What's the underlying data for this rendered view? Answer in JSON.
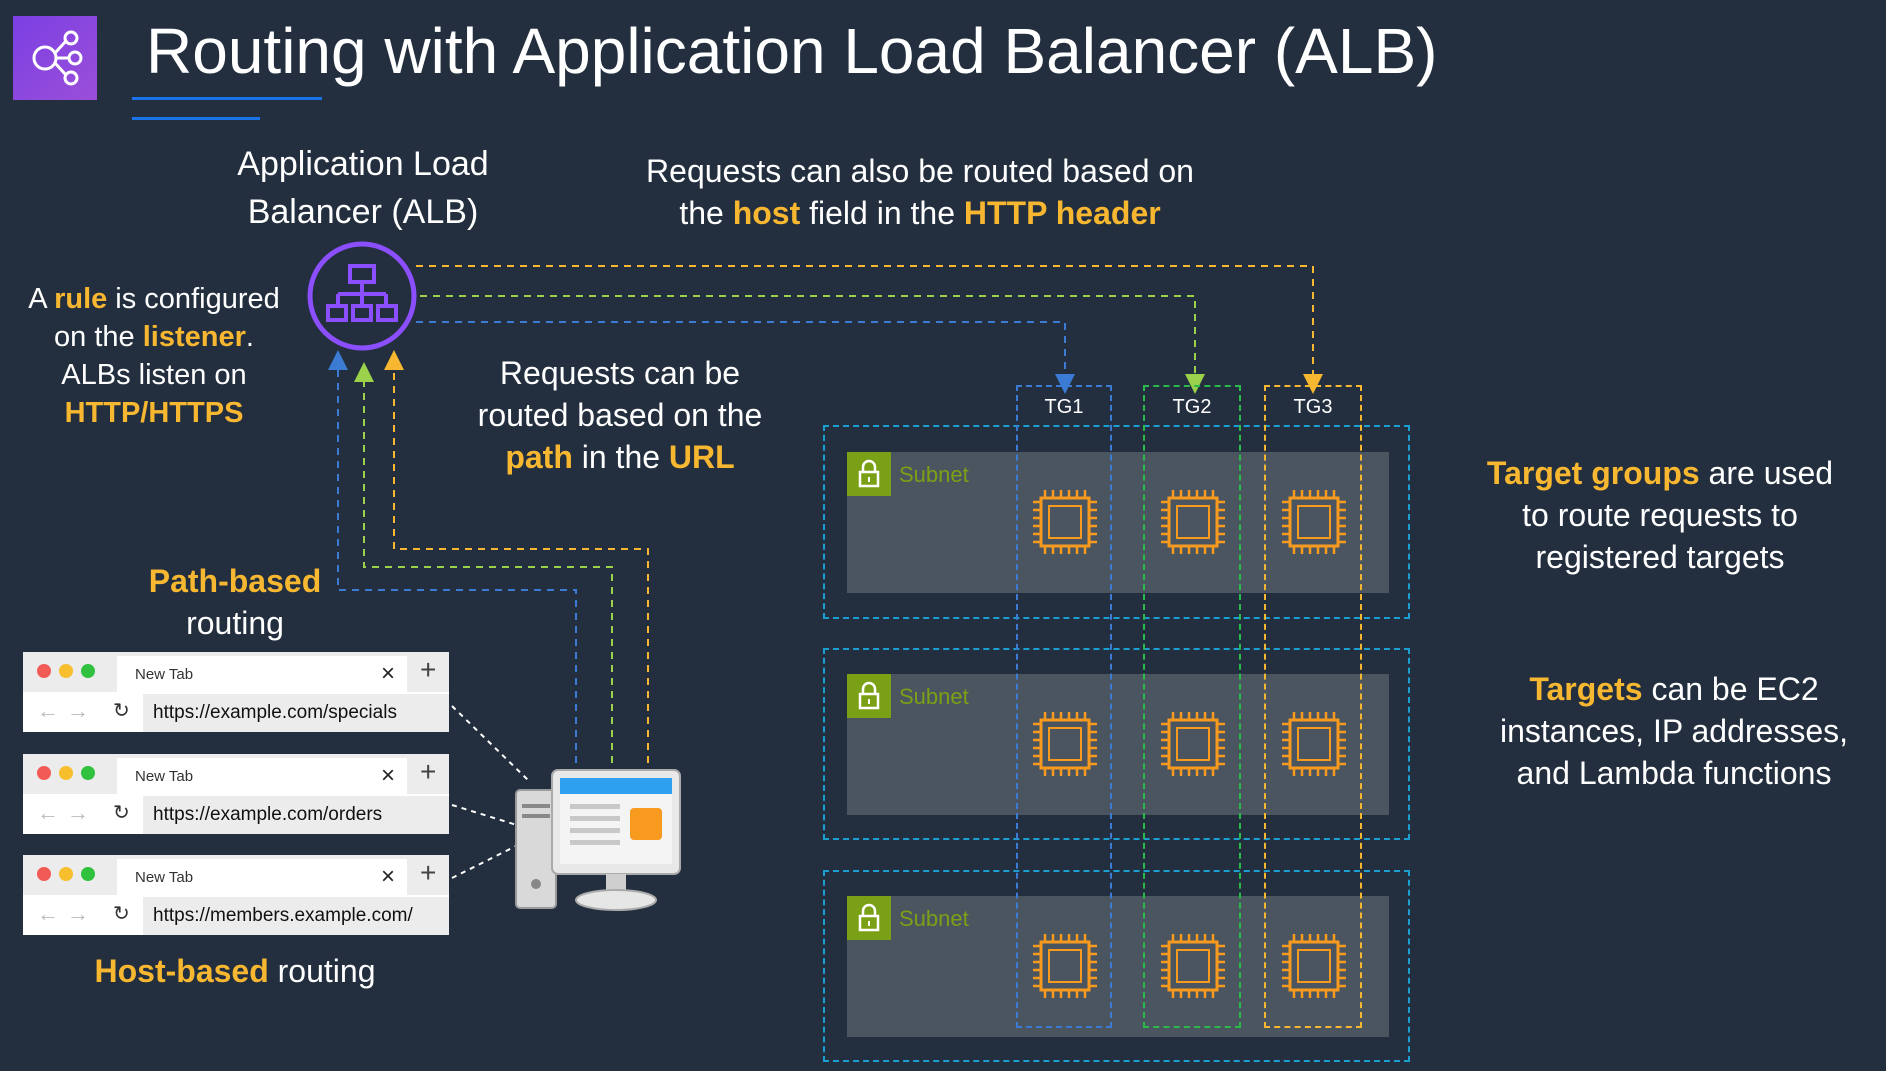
{
  "slide": {
    "title": "Routing with Application Load Balancer (ALB)",
    "alb_label_line1": "Application Load",
    "alb_label_line2": "Balancer (ALB)"
  },
  "notes": {
    "rule_listener": {
      "a": "A ",
      "rule": "rule",
      "is_configured": " is configured",
      "on_the": "on the ",
      "listener": "listener",
      "period": ".",
      "albs_listen_on": "ALBs listen on",
      "protocols": "HTTP/HTTPS"
    },
    "host_header": {
      "line1": "Requests can also be routed based on",
      "the": "the ",
      "host": "host",
      "field_in_the": " field in the ",
      "http_header": "HTTP header"
    },
    "path_url": {
      "line1": "Requests can be",
      "line2": "routed based on the",
      "path": "path",
      "in_the": " in the ",
      "url": "URL"
    },
    "path_based": {
      "bold": "Path-based",
      "rest": "routing"
    },
    "host_based": {
      "bold": "Host-based",
      "rest": " routing"
    },
    "target_groups": {
      "bold": "Target groups",
      "rest1": " are used",
      "line2": "to route requests to",
      "line3": "registered targets"
    },
    "targets": {
      "bold": "Targets",
      "rest1": " can be EC2",
      "line2": "instances, IP addresses,",
      "line3": "and Lambda functions"
    }
  },
  "browsers": [
    {
      "tab": "New Tab",
      "url": "https://example.com/specials"
    },
    {
      "tab": "New Tab",
      "url": "https://example.com/orders"
    },
    {
      "tab": "New Tab",
      "url": "https://members.example.com/"
    }
  ],
  "target_groups": [
    "TG1",
    "TG2",
    "TG3"
  ],
  "subnets": [
    "Subnet",
    "Subnet",
    "Subnet"
  ],
  "icons": {
    "logo": "elastic-load-balancing-icon",
    "alb": "application-load-balancer-icon",
    "lock": "lock-icon",
    "chip": "ec2-instance-chip-icon",
    "client": "desktop-computer-icon"
  },
  "colors": {
    "background": "#232f3e",
    "highlight": "#f7b731",
    "tg1": "#3b7bd4",
    "tg2": "#5cc45c",
    "tg3": "#f7b731",
    "vpc_border": "#1a9fd0",
    "subnet_green": "#7aa116",
    "chip_orange": "#f79a1e",
    "alb_purple": "#8c4fff"
  }
}
